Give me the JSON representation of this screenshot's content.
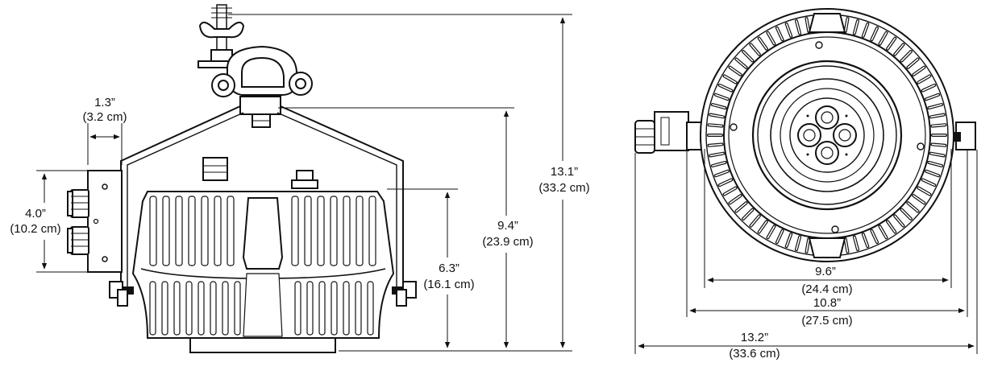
{
  "dimensions": {
    "clamp_offset": {
      "imperial": "1.3”",
      "metric": "(3.2 cm)"
    },
    "bracket_height": {
      "imperial": "4.0”",
      "metric": "(10.2 cm)"
    },
    "body_height": {
      "imperial": "6.3”",
      "metric": "(16.1 cm)"
    },
    "yoke_height": {
      "imperial": "9.4”",
      "metric": "(23.9 cm)"
    },
    "total_height": {
      "imperial": "13.1”",
      "metric": "(33.2 cm)"
    },
    "lens_diameter": {
      "imperial": "9.6”",
      "metric": "(24.4 cm)"
    },
    "body_width": {
      "imperial": "10.8”",
      "metric": "(27.5 cm)"
    },
    "total_width": {
      "imperial": "13.2”",
      "metric": "(33.6 cm)"
    }
  }
}
